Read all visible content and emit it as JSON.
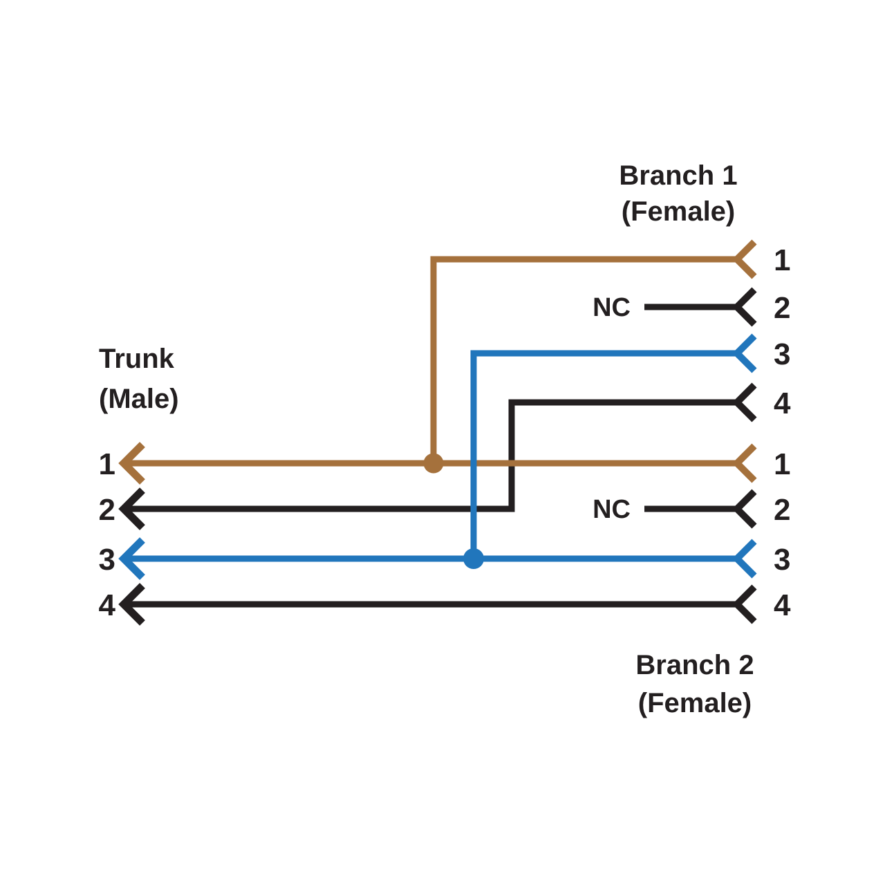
{
  "diagram": {
    "type": "wiring-pinout",
    "background": "#ffffff",
    "colors": {
      "brown": "#a5713c",
      "blue": "#2176bc",
      "black": "#231f20"
    },
    "trunk": {
      "label_line1": "Trunk",
      "label_line2": "(Male)",
      "pins": [
        {
          "number": "1",
          "wire_color": "brown"
        },
        {
          "number": "2",
          "wire_color": "black"
        },
        {
          "number": "3",
          "wire_color": "blue"
        },
        {
          "number": "4",
          "wire_color": "black"
        }
      ]
    },
    "branch1": {
      "label_line1": "Branch 1",
      "label_line2": "(Female)",
      "pins": [
        {
          "number": "1",
          "wire_color": "brown",
          "connects_to": "trunk-pin-1"
        },
        {
          "number": "2",
          "wire_color": "black",
          "nc_label": "NC"
        },
        {
          "number": "3",
          "wire_color": "blue",
          "connects_to": "trunk-pin-3"
        },
        {
          "number": "4",
          "wire_color": "black",
          "connects_to": "trunk-pin-2"
        }
      ]
    },
    "branch2": {
      "label_line1": "Branch 2",
      "label_line2": "(Female)",
      "pins": [
        {
          "number": "1",
          "wire_color": "brown",
          "connects_to": "trunk-pin-1"
        },
        {
          "number": "2",
          "wire_color": "black",
          "nc_label": "NC"
        },
        {
          "number": "3",
          "wire_color": "blue",
          "connects_to": "trunk-pin-3"
        },
        {
          "number": "4",
          "wire_color": "black",
          "connects_to": "trunk-pin-4"
        }
      ]
    }
  }
}
